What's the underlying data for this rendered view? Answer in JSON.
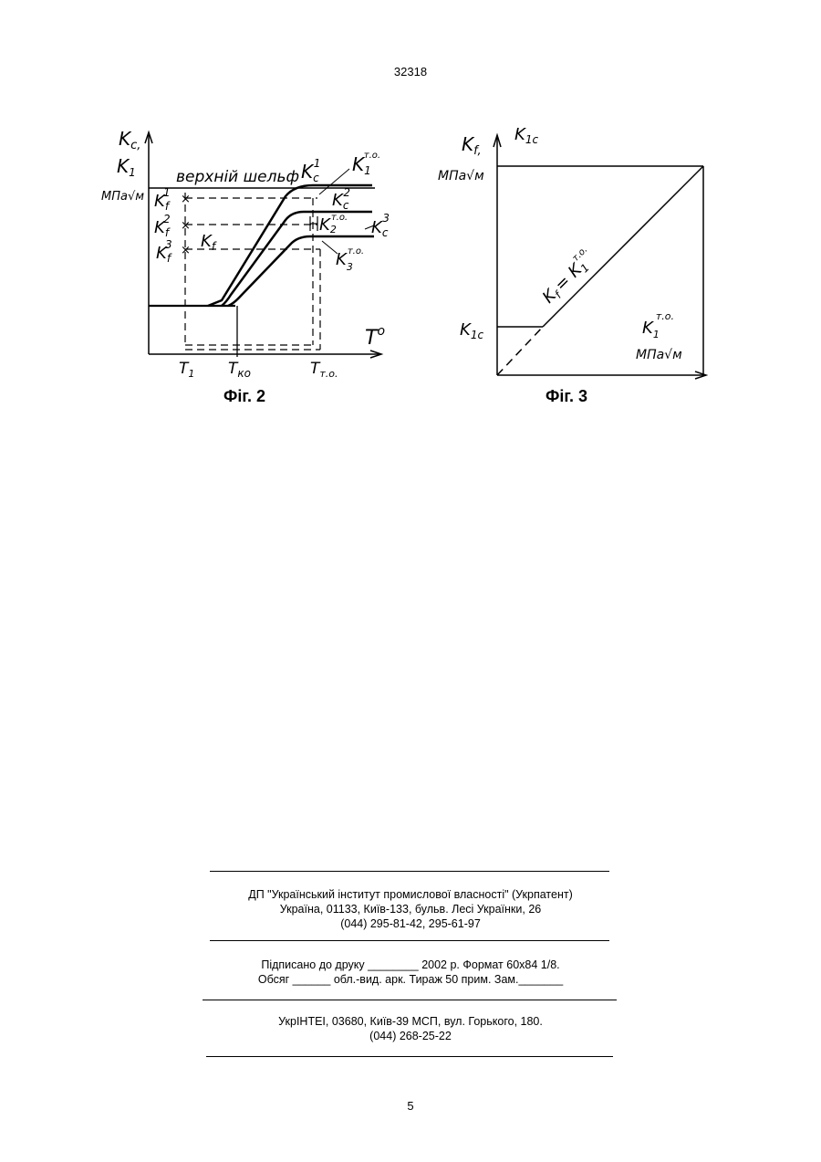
{
  "header": {
    "page_number": "32318"
  },
  "figure2": {
    "caption": "Фіг. 2",
    "y_label_1": "K",
    "y_label_1_sub": "c,",
    "y_label_2": "K",
    "y_label_2_sub": "1",
    "units": "МПа√м",
    "upper_shelf": "верхній шельф",
    "x_label": "T",
    "x_label_sup": "o",
    "curve_kc1": "K",
    "curve_kc1_sub": "c",
    "curve_kc1_sup": "1",
    "curve_kc2": "K",
    "curve_kc2_sub": "c",
    "curve_kc2_sup": "2",
    "curve_kc3": "K",
    "curve_kc3_sub": "c",
    "curve_kc3_sup": "3",
    "k1_to": "K",
    "k1_to_sub": "1",
    "k1_to_sup": "т.о.",
    "k2_to": "K",
    "k2_to_sub": "2",
    "k2_to_sup": "т.о.",
    "k3_to": "K",
    "k3_to_sub": "3",
    "k3_to_sup": "т.о.",
    "kf1": "K",
    "kf1_sub": "f",
    "kf1_sup": "1",
    "kf2": "K",
    "kf2_sub": "f",
    "kf2_sup": "2",
    "kf3": "K",
    "kf3_sub": "f",
    "kf3_sup": "3",
    "kf_label": "K",
    "kf_label_sub": "f",
    "t1": "T",
    "t1_sub": "1",
    "tko": "T",
    "tko_sub": "ко",
    "tto": "T",
    "tto_sub": "т.о."
  },
  "figure3": {
    "caption": "Фіг. 3",
    "y_label_1": "K",
    "y_label_1_sub": "f,",
    "y_label_2": "K",
    "y_label_2_sub": "1c",
    "units_y": "МПа√м",
    "k1c_label": "K",
    "k1c_label_sub": "1c",
    "diag_label": "K",
    "diag_label_sub": "f",
    "diag_eq": "= K",
    "diag_eq_sub": "1",
    "diag_eq_sup": "т.о.",
    "x_label": "K",
    "x_label_sub": "1",
    "x_label_sup": "т.о.",
    "units_x": "МПа√м"
  },
  "footer": {
    "publisher_line1": "ДП \"Український інститут промислової власності\" (Укрпатент)",
    "publisher_line2": "Україна, 01133, Київ-133, бульв. Лесі Українки, 26",
    "publisher_line3": "(044) 295-81-42, 295-61-97",
    "print_line1": "Підписано до друку ________ 2002 р.    Формат 60х84 1/8.",
    "print_line2": "Обсяг ______ обл.-вид. арк.   Тираж 50 прим.    Зам._______",
    "ukrintei_line1": "УкрІНТЕІ, 03680, Київ-39 МСП, вул. Горького, 180.",
    "ukrintei_line2": "(044) 268-25-22"
  },
  "page_number_bottom": "5"
}
